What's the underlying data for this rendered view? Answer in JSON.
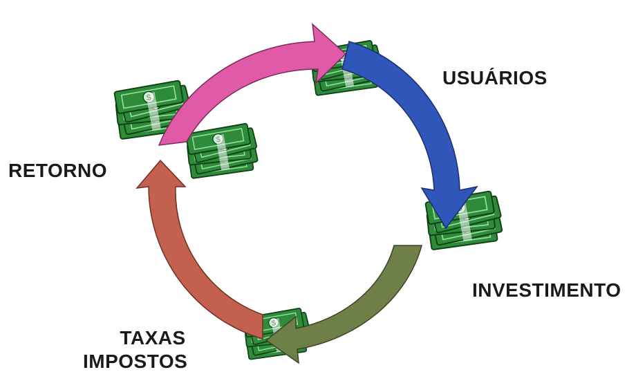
{
  "labels": {
    "usuarios": "USUÁRIOS",
    "retorno": "RETORNO",
    "investimento": "INVESTIMENTO",
    "taxas": "TAXAS",
    "impostos": "IMPOSTOS"
  },
  "cycle_order": [
    "USUÁRIOS",
    "INVESTIMENTO",
    "TAXAS IMPOSTOS",
    "RETORNO"
  ],
  "icons": [
    "money-stack-icon"
  ],
  "colors": {
    "arrow_top": "#e05aa8",
    "arrow_right": "#2f56b8",
    "arrow_bottom": "#6f7f48",
    "arrow_left": "#c4604f",
    "money_green": "#2e8b3a",
    "money_dark": "#145a20",
    "money_light": "#7fd18a"
  }
}
